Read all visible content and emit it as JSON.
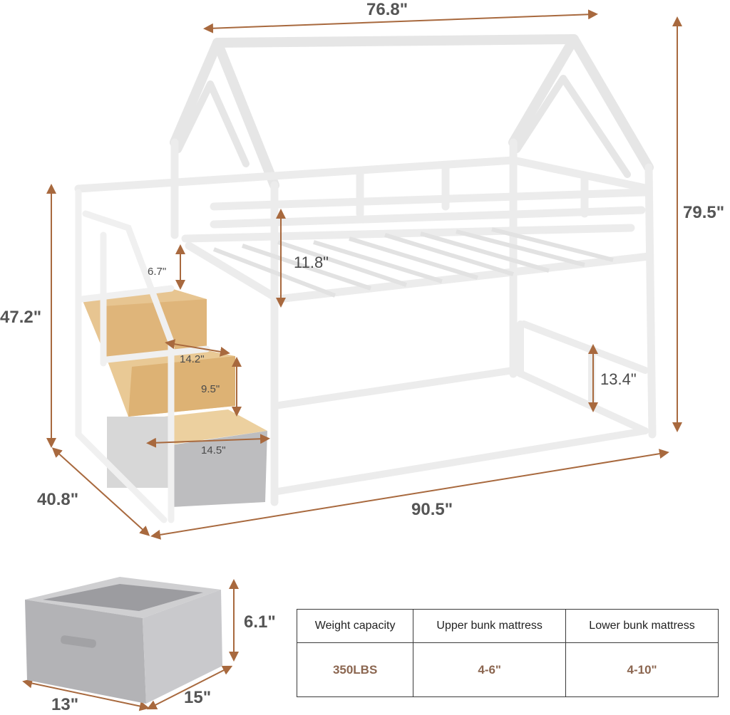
{
  "dimensions": {
    "width_top": "76.8\"",
    "height_total": "79.5\"",
    "height_stairs": "47.2\"",
    "depth": "40.8\"",
    "length": "90.5\"",
    "guardrail_gap": "6.7\"",
    "guardrail_height": "11.8\"",
    "step_width": "14.2\"",
    "step_rise": "9.5\"",
    "step_depth": "14.5\"",
    "lower_rail_height": "13.4\"",
    "drawer_height": "6.1\"",
    "drawer_width": "13\"",
    "drawer_depth": "15\""
  },
  "spec_table": {
    "headers": [
      "Weight capacity",
      "Upper bunk mattress",
      "Lower bunk mattress"
    ],
    "values": [
      "350LBS",
      "4-6\"",
      "4-10\""
    ]
  },
  "colors": {
    "dimension_arrow": "#a8693e",
    "frame": "#f2f2f2",
    "wood": "#e3c08a",
    "drawer_fabric": "#b9b9bb"
  }
}
